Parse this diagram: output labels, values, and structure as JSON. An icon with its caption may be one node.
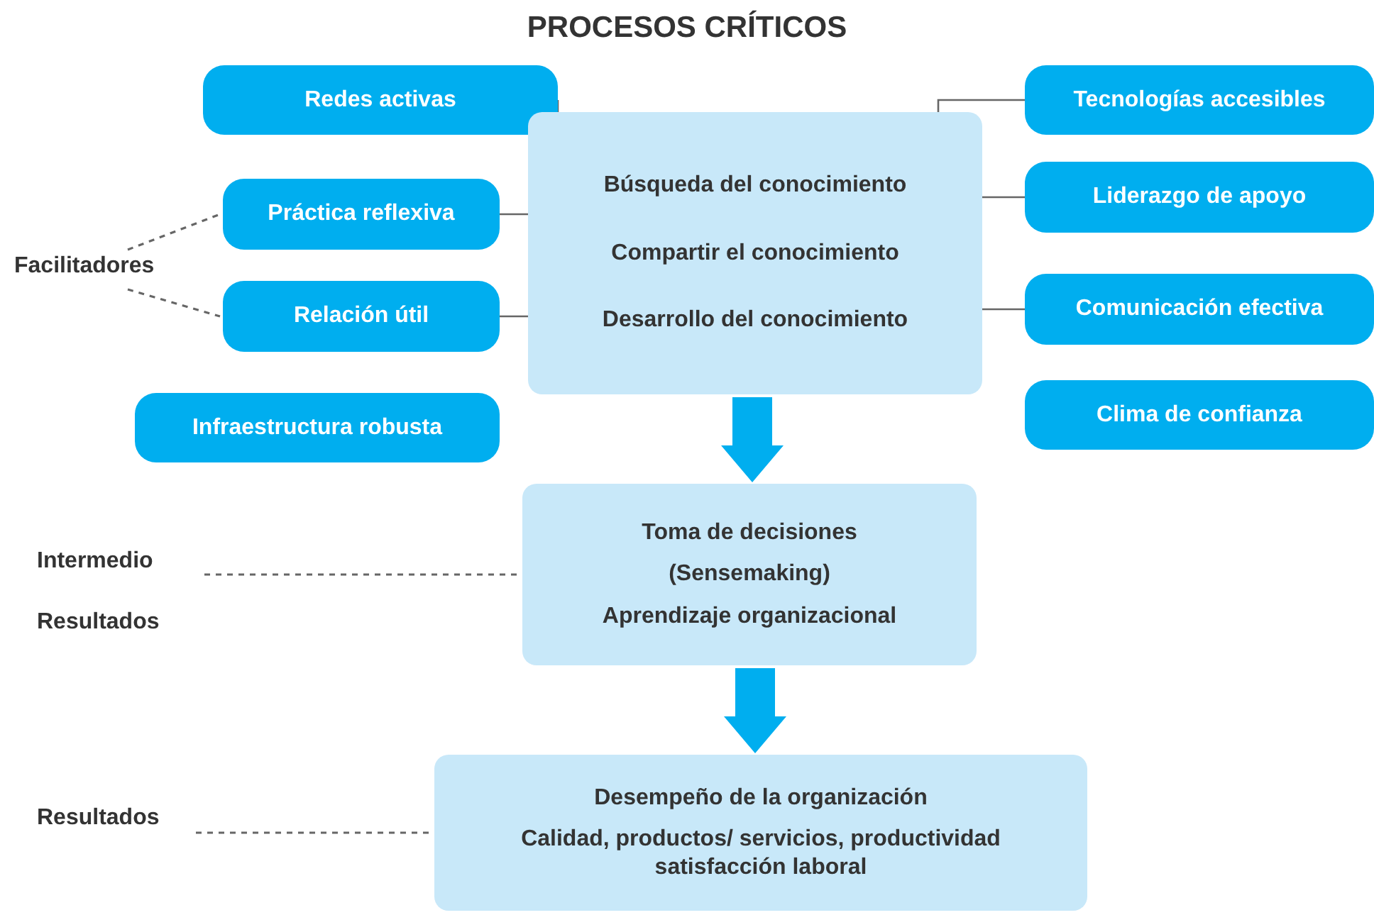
{
  "diagram": {
    "title": "PROCESOS CRÍTICOS",
    "nodes": [
      {
        "text": [
          "Redes activas"
        ]
      },
      {
        "text": [
          "Práctica reflexiva"
        ]
      },
      {
        "text": [
          "Relación útil"
        ]
      },
      {
        "text": [
          "Infraestructura robusta"
        ]
      },
      {
        "text": [
          "Búsqueda del conocimiento",
          "Compartir el conocimiento",
          "Desarrollo del conocimiento"
        ]
      },
      {
        "text": [
          "Tecnologías accesibles"
        ]
      },
      {
        "text": [
          "Liderazgo de apoyo"
        ]
      },
      {
        "text": [
          "Comunicación efectiva"
        ]
      },
      {
        "text": [
          "Clima de confianza"
        ]
      },
      {
        "text": [
          "Facilitadores"
        ]
      },
      {
        "text": [
          "Intermedio",
          "Resultados"
        ]
      },
      {
        "text": [
          "Toma de decisiones",
          "(Sensemaking)",
          "Aprendizaje organizacional"
        ]
      },
      {
        "text": [
          "Resultados"
        ]
      },
      {
        "text": [
          "Desempeño de la organización",
          "Calidad, productos/ servicios, productividad satisfacción laboral"
        ]
      }
    ],
    "edges": [
      {
        "from": 0,
        "to": 4,
        "arrow": "none"
      },
      {
        "from": 1,
        "to": 4,
        "arrow": "none"
      },
      {
        "from": 2,
        "to": 4,
        "arrow": "none"
      },
      {
        "from": 5,
        "to": 4,
        "arrow": "none"
      },
      {
        "from": 6,
        "to": 4,
        "arrow": "none"
      },
      {
        "from": 7,
        "to": 4,
        "arrow": "none"
      },
      {
        "from": 9,
        "to": 1,
        "arrow": "none",
        "style": "dashed"
      },
      {
        "from": 9,
        "to": 2,
        "arrow": "none",
        "style": "dashed"
      },
      {
        "from": 10,
        "to": 11,
        "arrow": "none",
        "style": "dashed"
      },
      {
        "from": 12,
        "to": 13,
        "arrow": "none",
        "style": "dashed"
      },
      {
        "from": 4,
        "to": 11,
        "arrow": "to",
        "style": "thick",
        "color": "#00aeef"
      },
      {
        "from": 11,
        "to": 13,
        "arrow": "to",
        "style": "thick",
        "color": "#00aeef"
      }
    ]
  }
}
